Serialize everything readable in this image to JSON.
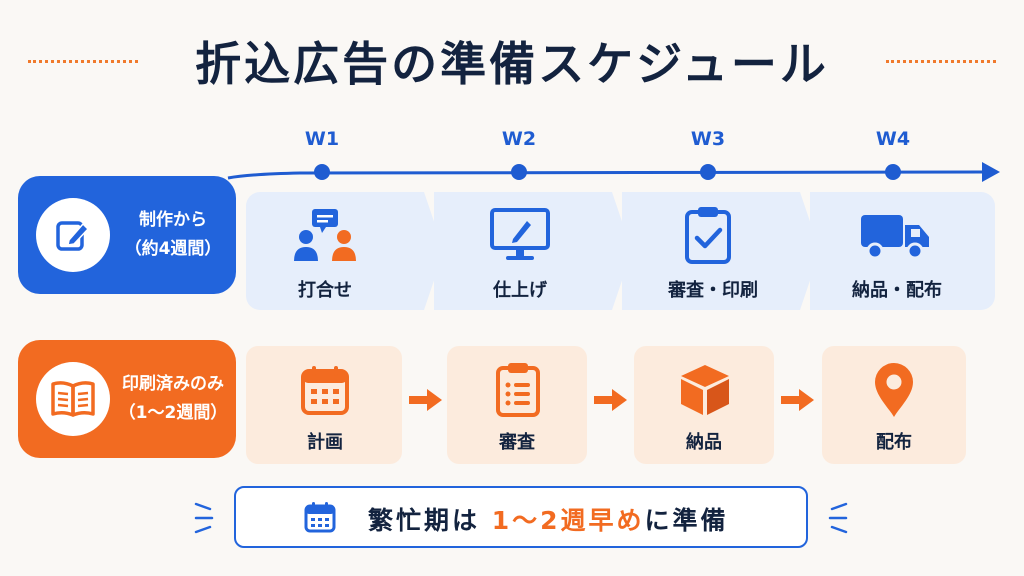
{
  "title": "折込広告の準備スケジュール",
  "colors": {
    "blue": "#2264dc",
    "orange": "#f26b21",
    "navy": "#13233f",
    "light_blue": "#e6eefb",
    "light_orange": "#fcebdd"
  },
  "timeline": {
    "weeks": [
      "W1",
      "W2",
      "W3",
      "W4"
    ]
  },
  "production_track": {
    "label_line1": "制作から",
    "label_line2": "（約4週間）",
    "icon": "edit-note-icon",
    "steps": [
      {
        "label": "打合せ",
        "icon": "meeting-people-icon"
      },
      {
        "label": "仕上げ",
        "icon": "monitor-pen-icon"
      },
      {
        "label": "審査・印刷",
        "icon": "clipboard-check-icon"
      },
      {
        "label": "納品・配布",
        "icon": "delivery-truck-icon"
      }
    ]
  },
  "printed_track": {
    "label_line1": "印刷済みのみ",
    "label_line2": "（1〜2週間）",
    "icon": "open-book-icon",
    "steps": [
      {
        "label": "計画",
        "icon": "calendar-icon"
      },
      {
        "label": "審査",
        "icon": "clipboard-list-icon"
      },
      {
        "label": "納品",
        "icon": "box-icon"
      },
      {
        "label": "配布",
        "icon": "map-pin-icon"
      }
    ]
  },
  "note": {
    "prefix": "繁忙期は",
    "highlight": "1〜2週早め",
    "suffix": "に準備",
    "icon": "calendar-icon"
  }
}
